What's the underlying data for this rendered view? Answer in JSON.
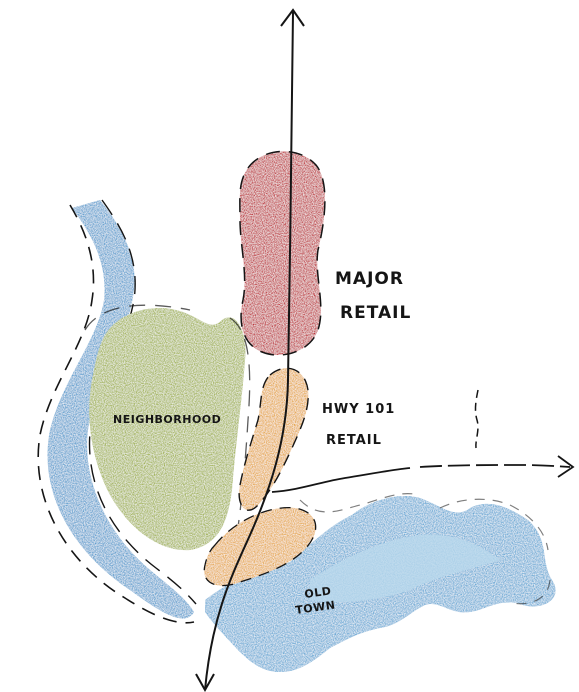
{
  "labels": {
    "major_retail_line1": "MAJOR",
    "major_retail_line2": "RETAIL",
    "hwy_retail_line1": "HWY 101",
    "hwy_retail_line2": "RETAIL",
    "neighborhood": "NEIGHBORHOOD",
    "old_town_line1": "OLD",
    "old_town_line2": "TOWN"
  },
  "colors": {
    "water": "#5b9fcf",
    "water_light": "#9cc8e6",
    "neighborhood": "#a2b352",
    "major_retail": "#c0393f",
    "hwy_retail": "#e6a94c",
    "ink": "#151515"
  },
  "icons": {
    "arrow_head": "arrow-head-icon"
  }
}
